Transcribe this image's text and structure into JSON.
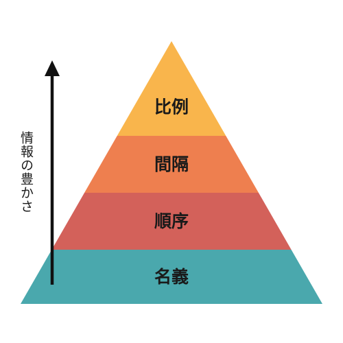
{
  "axis": {
    "label": "情報の豊かさ"
  },
  "levels": [
    {
      "label": "比例",
      "color": "#F9B54C"
    },
    {
      "label": "間隔",
      "color": "#EE7F4F"
    },
    {
      "label": "順序",
      "color": "#D3615A"
    },
    {
      "label": "名義",
      "color": "#4AA8AD"
    }
  ]
}
